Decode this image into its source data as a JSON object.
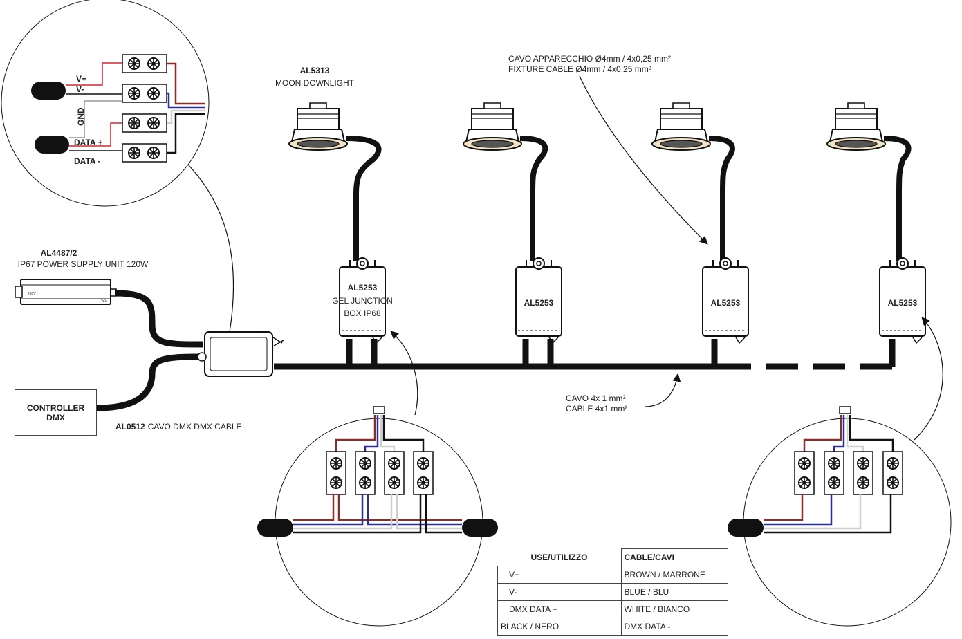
{
  "detail_top": {
    "vplus": "V+",
    "vminus": "V-",
    "gnd": "GND",
    "data_plus": "DATA +",
    "data_minus": "DATA -"
  },
  "downlight": {
    "code": "AL5313",
    "name": "MOON DOWNLIGHT"
  },
  "fixture_cable": {
    "line1": "CAVO APPARECCHIO Ø4mm / 4x0,25 mm²",
    "line2": "FIXTURE CABLE Ø4mm /  4x0,25 mm²"
  },
  "power_supply": {
    "code": "AL4487/2",
    "name": "IP67 POWER SUPPLY UNIT 120W",
    "label_in": "230V",
    "label_out": "24V"
  },
  "junction_box": {
    "code": "AL5253",
    "name_line1": "GEL JUNCTION",
    "name_line2": "BOX IP68",
    "box2": "AL5253",
    "box3": "AL5253",
    "box4": "AL5253"
  },
  "main_cable": {
    "line1": "CAVO  4x 1 mm²",
    "line2": "CABLE 4x1 mm²"
  },
  "controller": {
    "line1": "CONTROLLER",
    "line2": "DMX"
  },
  "dmx_cable": {
    "code": "AL0512",
    "text": "CAVO DMX  DMX CABLE"
  },
  "legend": {
    "headers": [
      "USE/UTILIZZO",
      "CABLE/CAVI"
    ],
    "rows": [
      [
        "V+",
        "BROWN / MARRONE"
      ],
      [
        "V-",
        "BLUE / BLU"
      ],
      [
        "DMX DATA +",
        "WHITE / BIANCO"
      ],
      [
        "BLACK / NERO",
        "DMX DATA -"
      ]
    ]
  },
  "colors": {
    "brown": "#8b2e2a",
    "blue": "#2b2f8f",
    "white_wire": "#cfcfcf",
    "black": "#111111",
    "red": "#d9232e"
  }
}
